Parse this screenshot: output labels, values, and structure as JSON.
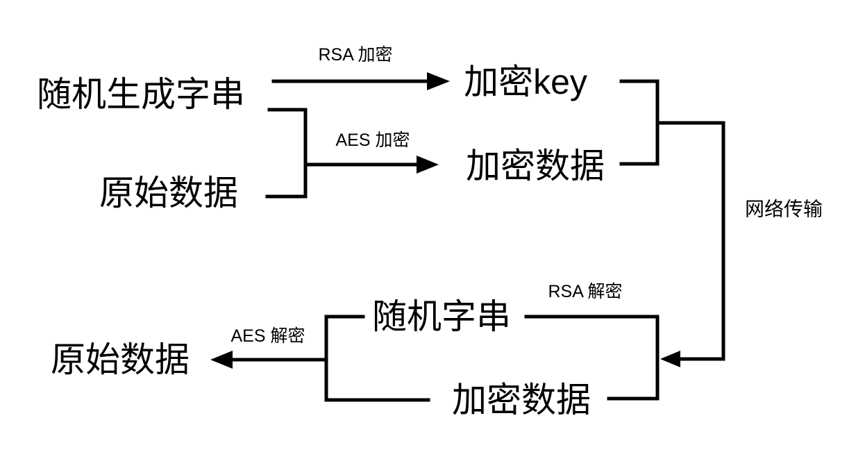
{
  "canvas": {
    "background": "#ffffff",
    "line_color": "#000000",
    "text_color": "#000000"
  },
  "top_flow": {
    "random_generated_string": "随机生成字串",
    "original_data": "原始数据",
    "rsa_encrypt_label": "RSA 加密",
    "aes_encrypt_label": "AES 加密",
    "encrypted_key": "加密key",
    "encrypted_data": "加密数据"
  },
  "transfer": {
    "network_label": "网络传输"
  },
  "bottom_flow": {
    "rsa_decrypt_label": "RSA 解密",
    "aes_decrypt_label": "AES 解密",
    "random_string": "随机字串",
    "encrypted_data": "加密数据",
    "original_data": "原始数据"
  }
}
